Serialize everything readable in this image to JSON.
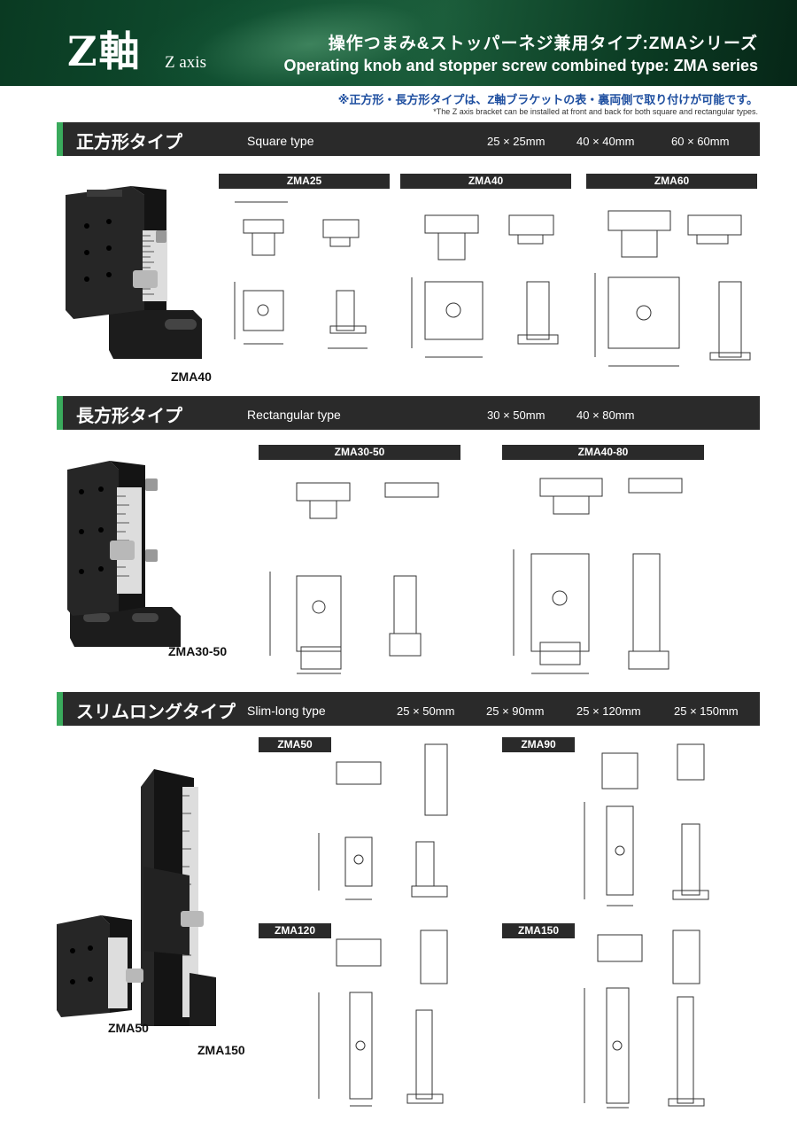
{
  "header": {
    "title": "Z軸",
    "title_sub": "Z axis",
    "heading_jp": "操作つまみ&ストッパーネジ兼用タイプ:ZMAシリーズ",
    "heading_en": "Operating knob and stopper screw combined type: ZMA series"
  },
  "notes": {
    "jp": "※正方形・長方形タイプは、Z軸ブラケットの表・裏両側で取り付けが可能です。",
    "en": "*The Z axis bracket can be installed at front and back for both square and rectangular types."
  },
  "sections": {
    "square": {
      "title_jp": "正方形タイプ",
      "title_en": "Square type",
      "sizes": [
        "25 × 25mm",
        "40 × 40mm",
        "60 × 60mm"
      ],
      "models": [
        "ZMA25",
        "ZMA40",
        "ZMA60"
      ],
      "photo_label": "ZMA40"
    },
    "rectangular": {
      "title_jp": "長方形タイプ",
      "title_en": "Rectangular type",
      "sizes": [
        "30 × 50mm",
        "40 × 80mm"
      ],
      "models": [
        "ZMA30-50",
        "ZMA40-80"
      ],
      "photo_label": "ZMA30-50"
    },
    "slim": {
      "title_jp": "スリムロングタイプ",
      "title_en": "Slim-long type",
      "sizes": [
        "25 × 50mm",
        "25 × 90mm",
        "25 × 120mm",
        "25 × 150mm"
      ],
      "models": [
        "ZMA50",
        "ZMA90",
        "ZMA120",
        "ZMA150"
      ],
      "photo_labels": [
        "ZMA50",
        "ZMA150"
      ]
    }
  },
  "colors": {
    "header_green": "#0f4d2f",
    "section_bar": "#2a2a2a",
    "accent_green": "#3aaa5c",
    "note_blue": "#1f4fa0"
  }
}
